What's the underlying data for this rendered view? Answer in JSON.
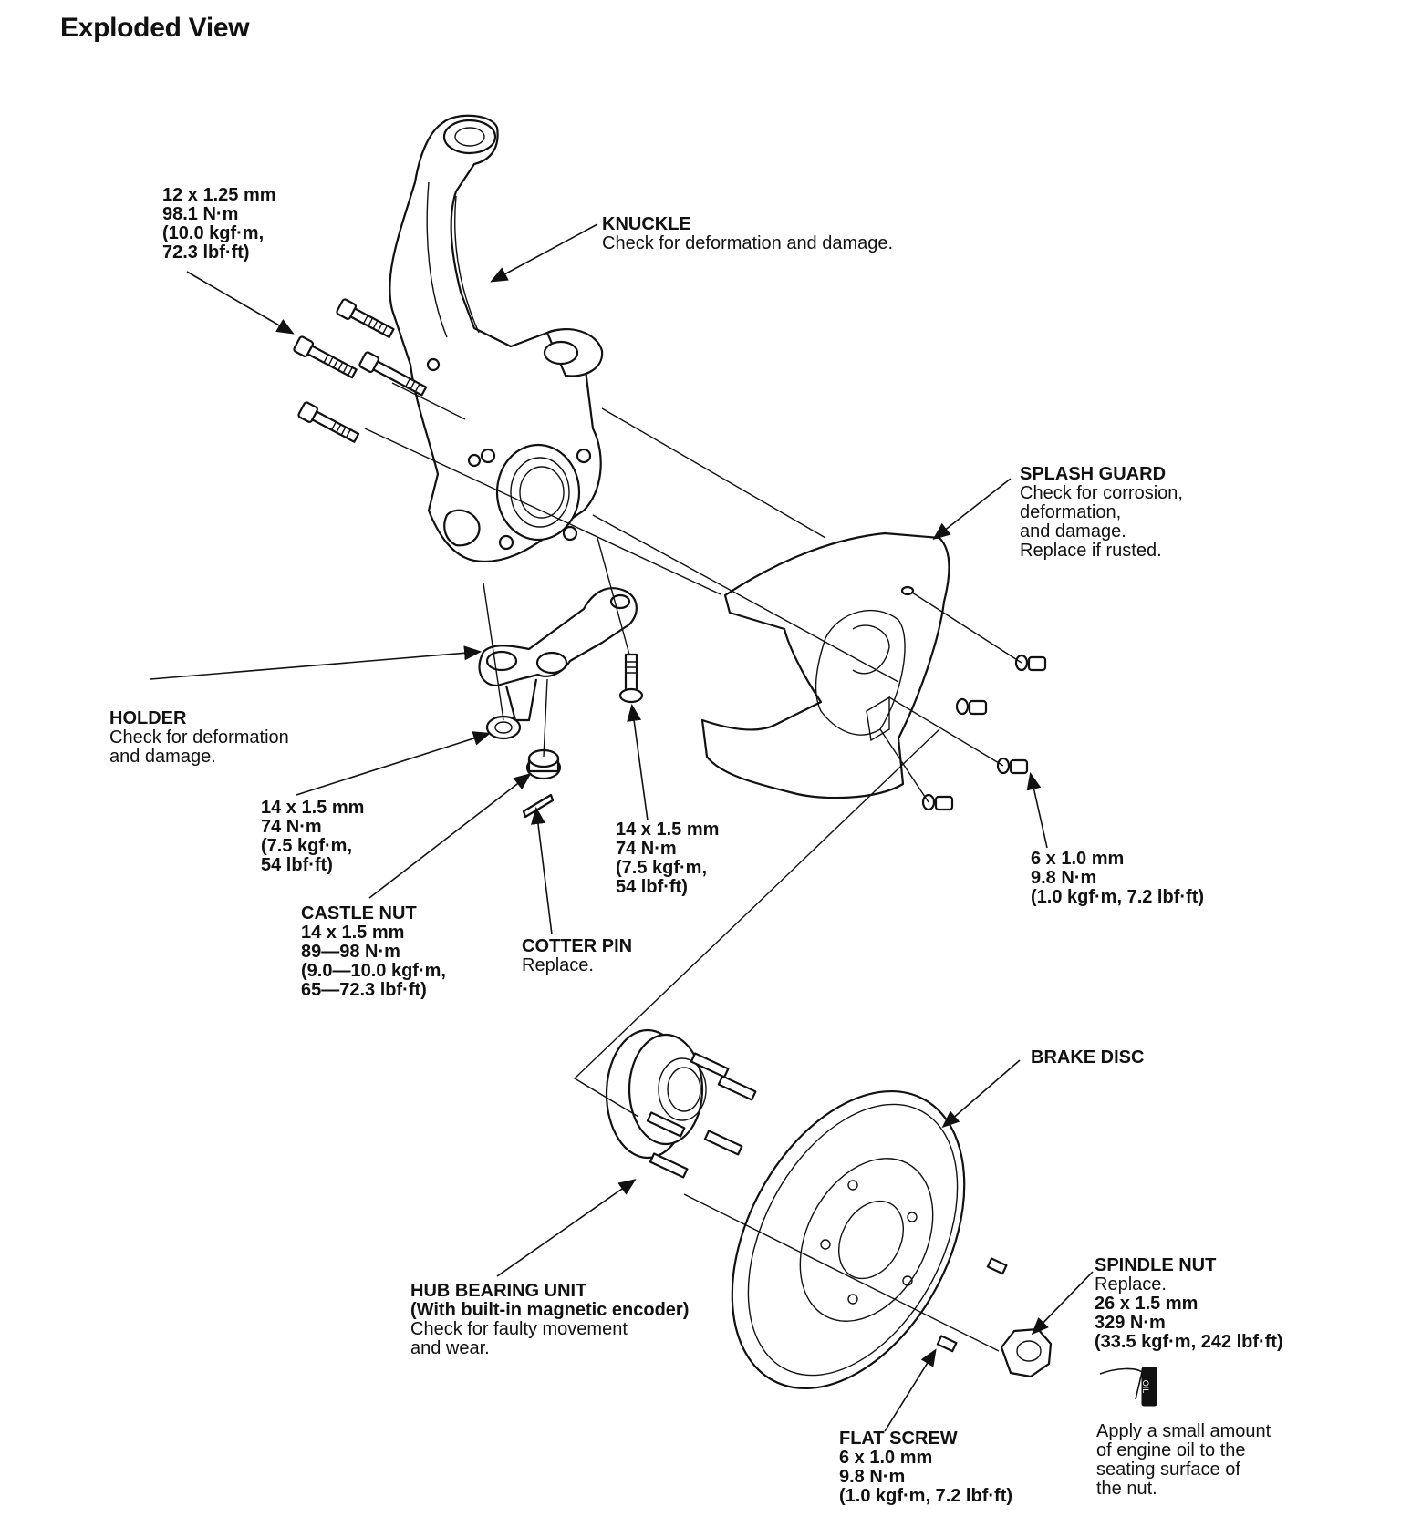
{
  "title": "Exploded View",
  "labels": {
    "knuckle": {
      "name": "KNUCKLE",
      "note": [
        "Check for deformation and damage."
      ]
    },
    "knuckle_bolts": {
      "spec": [
        "12 x 1.25 mm",
        "98.1 N·m",
        "(10.0 kgf·m,",
        "72.3 lbf·ft)"
      ]
    },
    "splash_guard": {
      "name": "SPLASH GUARD",
      "note": [
        "Check for corrosion,",
        "deformation,",
        "and damage.",
        "Replace if rusted."
      ]
    },
    "holder": {
      "name": "HOLDER",
      "note": [
        "Check for deformation",
        "and damage."
      ]
    },
    "holder_nut": {
      "spec": [
        "14 x 1.5 mm",
        "74 N·m",
        "(7.5 kgf·m,",
        "54 lbf·ft)"
      ]
    },
    "holder_bolt": {
      "spec": [
        "14 x 1.5 mm",
        "74 N·m",
        "(7.5 kgf·m,",
        "54 lbf·ft)"
      ]
    },
    "castle_nut": {
      "name": "CASTLE NUT",
      "spec": [
        "14 x 1.5 mm",
        "89—98 N·m",
        "(9.0—10.0 kgf·m,",
        "65—72.3 lbf·ft)"
      ]
    },
    "cotter_pin": {
      "name": "COTTER PIN",
      "note": [
        "Replace."
      ]
    },
    "splash_bolts": {
      "spec": [
        "6 x 1.0 mm",
        "9.8 N·m",
        "(1.0 kgf·m, 7.2 lbf·ft)"
      ]
    },
    "brake_disc": {
      "name": "BRAKE DISC"
    },
    "hub_bearing": {
      "name": "HUB BEARING UNIT",
      "sub": "(With built-in magnetic encoder)",
      "note": [
        "Check for faulty movement",
        "and wear."
      ]
    },
    "spindle_nut": {
      "name": "SPINDLE NUT",
      "note": [
        "Replace."
      ],
      "spec": [
        "26 x 1.5 mm",
        "329 N·m",
        "(33.5 kgf·m, 242 lbf·ft)"
      ]
    },
    "oil_note": {
      "icon_text": "OIL",
      "note": [
        "Apply a small amount",
        "of engine oil to the",
        "seating surface of",
        "the nut."
      ]
    },
    "flat_screw": {
      "name": "FLAT SCREW",
      "spec": [
        "6 x 1.0 mm",
        "9.8 N·m",
        "(1.0 kgf·m, 7.2 lbf·ft)"
      ]
    }
  }
}
